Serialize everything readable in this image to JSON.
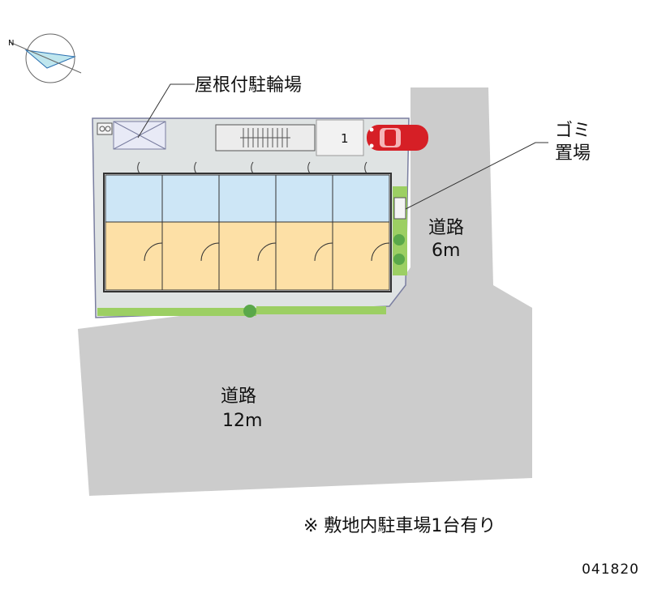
{
  "labels": {
    "bike_parking": "屋根付駐輪場",
    "garbage_line1": "ゴミ",
    "garbage_line2": "置場",
    "side_road_name": "道路",
    "side_road_width": "6m",
    "main_road_name": "道路",
    "main_road_width": "12m",
    "parking_slot": "1",
    "note": "※ 敷地内駐車場1台有り",
    "code": "041820"
  },
  "colors": {
    "road": "#cccccc",
    "site": "#dfe3e3",
    "outline": "#7a7ea0",
    "room": "#fde0a6",
    "bath": "#cde6f6",
    "green": "#9ccf63",
    "car": "#d61f26",
    "line": "#333333"
  },
  "unit_count": 5
}
